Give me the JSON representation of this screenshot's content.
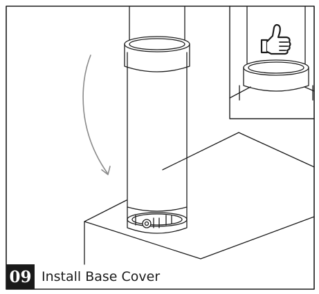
{
  "step": {
    "number": "09",
    "title": "Install Base Cover"
  },
  "icons": {
    "main_illustration": "base-cover-install-illustration",
    "direction_arrow": "curved-down-arrow-icon",
    "inset": "thumbs-up-icon"
  },
  "colors": {
    "line": "#1a1a1a",
    "arrow": "#8a8a8a",
    "badge_background": "#1a1a1a",
    "badge_text": "#ffffff",
    "background": "#ffffff"
  }
}
